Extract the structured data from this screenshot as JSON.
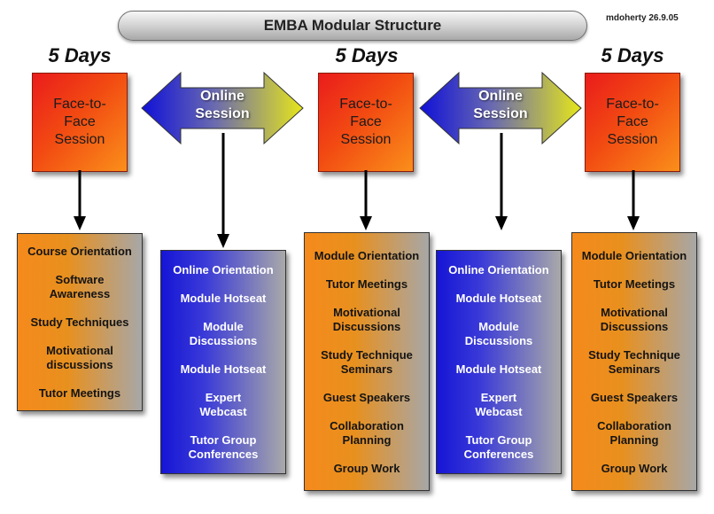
{
  "title": "EMBA Modular Structure",
  "author_note": "mdoherty 26.9.05",
  "days_label": "5 Days",
  "face_to_face_label": "Face-to-\nFace\nSession",
  "online_label": "Online\nSession",
  "colors": {
    "face_to_face": "#f0401a",
    "online_blue": "#1a1ad8",
    "online_yellow": "#e4e41c",
    "orange_list": "#f58a1c",
    "blue_list": "#1515d6"
  },
  "lists": {
    "f2f_1": [
      "Course Orientation",
      "Software\nAwareness",
      "Study Techniques",
      "Motivational\ndiscussions",
      "Tutor Meetings"
    ],
    "online_1": [
      "Online Orientation",
      "Module Hotseat",
      "Module\nDiscussions",
      "Module Hotseat",
      "Expert\nWebcast",
      "Tutor Group\nConferences"
    ],
    "f2f_2": [
      "Module Orientation",
      "Tutor Meetings",
      "Motivational\nDiscussions",
      "Study Technique\nSeminars",
      "Guest Speakers",
      "Collaboration\nPlanning",
      "Group Work"
    ],
    "online_2": [
      "Online Orientation",
      "Module Hotseat",
      "Module\nDiscussions",
      "Module Hotseat",
      "Expert\nWebcast",
      "Tutor Group\nConferences"
    ],
    "f2f_3": [
      "Module Orientation",
      "Tutor Meetings",
      "Motivational\nDiscussions",
      "Study Technique\nSeminars",
      "Guest Speakers",
      "Collaboration\nPlanning",
      "Group Work"
    ]
  }
}
